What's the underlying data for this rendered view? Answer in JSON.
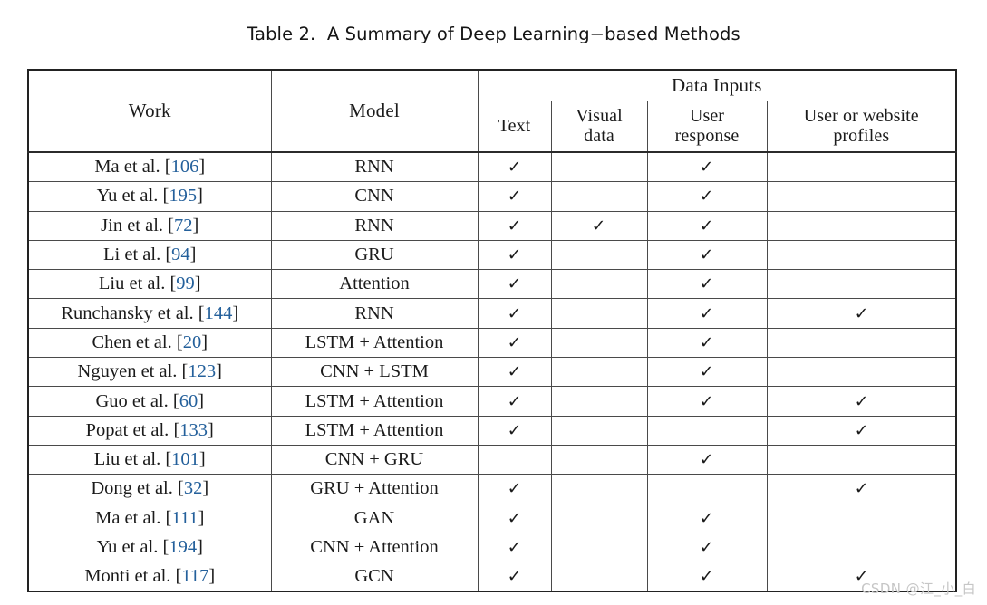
{
  "caption": "Table 2.  A Summary of Deep Learning−based Methods",
  "colors": {
    "citation_link": "#24609b",
    "text": "#1b1b1b",
    "border": "#4a4a4a",
    "watermark": "#c6c6c6"
  },
  "header": {
    "work": "Work",
    "model": "Model",
    "group": "Data Inputs",
    "sub": {
      "text": "Text",
      "visual": "Visual\ndata",
      "response": "User\nresponse",
      "profiles": "User or website\nprofiles"
    }
  },
  "check_glyph": "✓",
  "rows": [
    {
      "work_author": "Ma et al. ",
      "work_cite": "106",
      "model": "RNN",
      "text": true,
      "visual": false,
      "response": true,
      "profiles": false
    },
    {
      "work_author": "Yu et al. ",
      "work_cite": "195",
      "model": "CNN",
      "text": true,
      "visual": false,
      "response": true,
      "profiles": false
    },
    {
      "work_author": "Jin et al. ",
      "work_cite": "72",
      "model": "RNN",
      "text": true,
      "visual": true,
      "response": true,
      "profiles": false
    },
    {
      "work_author": "Li et al. ",
      "work_cite": "94",
      "model": "GRU",
      "text": true,
      "visual": false,
      "response": true,
      "profiles": false
    },
    {
      "work_author": "Liu et al. ",
      "work_cite": "99",
      "model": "Attention",
      "text": true,
      "visual": false,
      "response": true,
      "profiles": false
    },
    {
      "work_author": "Runchansky et al. ",
      "work_cite": "144",
      "model": "RNN",
      "text": true,
      "visual": false,
      "response": true,
      "profiles": true
    },
    {
      "work_author": "Chen et al. ",
      "work_cite": "20",
      "model": "LSTM + Attention",
      "text": true,
      "visual": false,
      "response": true,
      "profiles": false
    },
    {
      "work_author": "Nguyen et al. ",
      "work_cite": "123",
      "model": "CNN + LSTM",
      "text": true,
      "visual": false,
      "response": true,
      "profiles": false
    },
    {
      "work_author": "Guo et al. ",
      "work_cite": "60",
      "model": "LSTM + Attention",
      "text": true,
      "visual": false,
      "response": true,
      "profiles": true
    },
    {
      "work_author": "Popat et al. ",
      "work_cite": "133",
      "model": "LSTM + Attention",
      "text": true,
      "visual": false,
      "response": false,
      "profiles": true
    },
    {
      "work_author": "Liu et al. ",
      "work_cite": "101",
      "model": "CNN + GRU",
      "text": false,
      "visual": false,
      "response": true,
      "profiles": false
    },
    {
      "work_author": "Dong et al. ",
      "work_cite": "32",
      "model": "GRU + Attention",
      "text": true,
      "visual": false,
      "response": false,
      "profiles": true
    },
    {
      "work_author": "Ma et al. ",
      "work_cite": "111",
      "model": "GAN",
      "text": true,
      "visual": false,
      "response": true,
      "profiles": false
    },
    {
      "work_author": "Yu et al. ",
      "work_cite": "194",
      "model": "CNN + Attention",
      "text": true,
      "visual": false,
      "response": true,
      "profiles": false
    },
    {
      "work_author": "Monti et al. ",
      "work_cite": "117",
      "model": "GCN",
      "text": true,
      "visual": false,
      "response": true,
      "profiles": true
    }
  ],
  "watermark": "CSDN @江_小_白"
}
